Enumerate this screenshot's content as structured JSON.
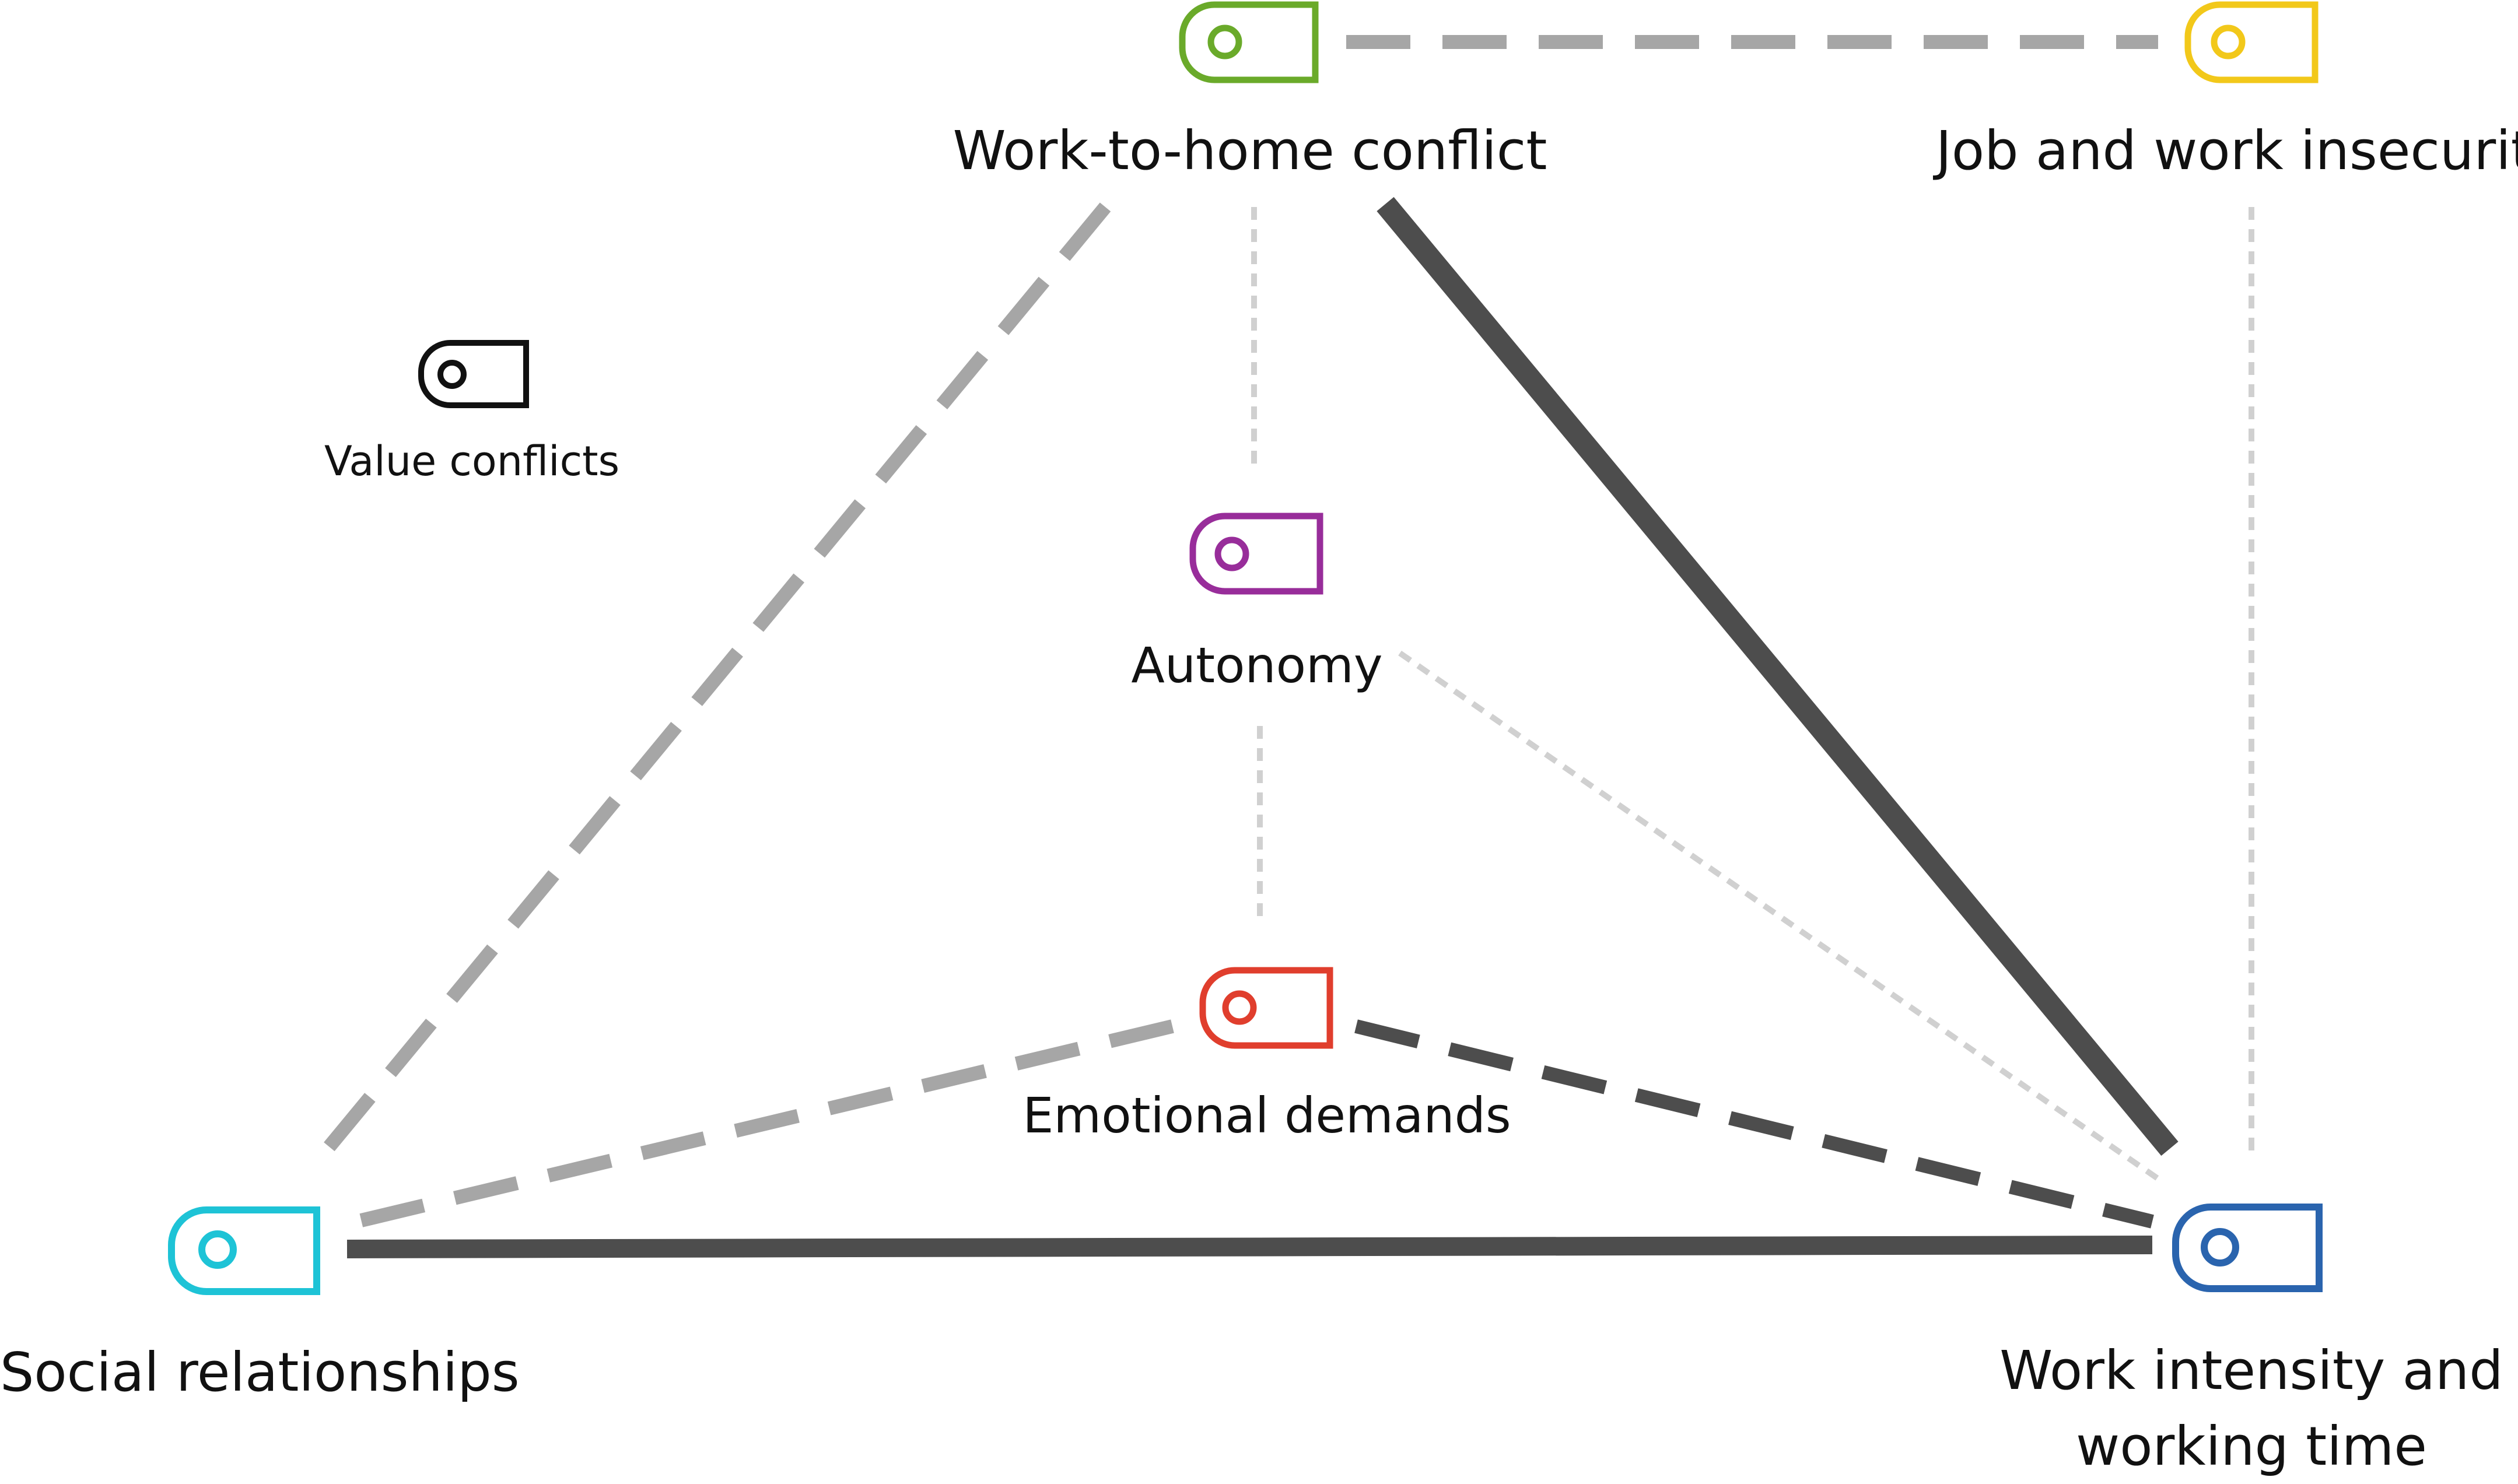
{
  "nodes": [
    {
      "id": "work_to_home_conflict",
      "label": "Work-to-home conflict",
      "color": "#6aaa2a",
      "icon": "tag-icon"
    },
    {
      "id": "job_and_work_insecurity",
      "label": "Job and work insecurity",
      "color": "#f2c81a",
      "icon": "tag-icon"
    },
    {
      "id": "value_conflicts",
      "label": "Value conflicts",
      "color": "#111111",
      "icon": "tag-icon"
    },
    {
      "id": "autonomy",
      "label": "Autonomy",
      "color": "#982d9a",
      "icon": "tag-icon"
    },
    {
      "id": "emotional_demands",
      "label": "Emotional demands",
      "color": "#e03e2d",
      "icon": "tag-icon"
    },
    {
      "id": "social_relationships",
      "label": "Social relationships",
      "color": "#1ec3d6",
      "icon": "tag-icon"
    },
    {
      "id": "work_intensity",
      "label_line1": "Work intensity and",
      "label_line2": "working time",
      "color": "#2a64ae",
      "icon": "tag-icon"
    }
  ],
  "edges": [
    {
      "from": "work_to_home_conflict",
      "to": "job_and_work_insecurity",
      "style": "long-dash",
      "color": "#a6a6a6"
    },
    {
      "from": "work_to_home_conflict",
      "to": "social_relationships",
      "style": "long-dash",
      "color": "#a6a6a6"
    },
    {
      "from": "work_to_home_conflict",
      "to": "work_intensity",
      "style": "solid",
      "color": "#4d4d4d"
    },
    {
      "from": "work_to_home_conflict",
      "to": "autonomy",
      "style": "dotted",
      "color": "#d0d0d0"
    },
    {
      "from": "job_and_work_insecurity",
      "to": "work_intensity",
      "style": "dotted",
      "color": "#d0d0d0"
    },
    {
      "from": "autonomy",
      "to": "emotional_demands",
      "style": "dotted",
      "color": "#d0d0d0"
    },
    {
      "from": "autonomy",
      "to": "work_intensity",
      "style": "dotted",
      "color": "#d0d0d0"
    },
    {
      "from": "emotional_demands",
      "to": "social_relationships",
      "style": "long-dash",
      "color": "#a6a6a6"
    },
    {
      "from": "emotional_demands",
      "to": "work_intensity",
      "style": "long-dash",
      "color": "#4d4d4d"
    },
    {
      "from": "social_relationships",
      "to": "work_intensity",
      "style": "solid",
      "color": "#4d4d4d"
    }
  ]
}
